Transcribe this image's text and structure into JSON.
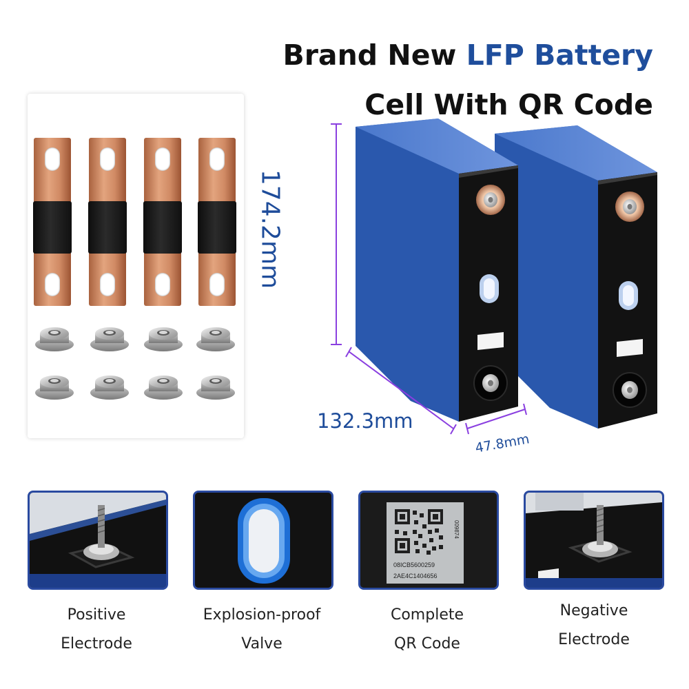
{
  "headline": {
    "line1_prefix": "Brand New ",
    "line1_accent": "LFP Battery",
    "line2": "Cell With QR Code"
  },
  "dimensions": {
    "height": "174.2mm",
    "width": "132.3mm",
    "depth": "47.8mm"
  },
  "features": [
    {
      "caption_line1": "Positive",
      "caption_line2": "Electrode",
      "icon": "positive-terminal-icon"
    },
    {
      "caption_line1": "Explosion-proof",
      "caption_line2": "Valve",
      "icon": "explosion-valve-icon"
    },
    {
      "caption_line1": "Complete",
      "caption_line2": "QR Code",
      "icon": "qr-code-icon"
    },
    {
      "caption_line1": "Negative",
      "caption_line2": "Electrode",
      "icon": "negative-terminal-icon"
    }
  ],
  "qr_label": {
    "code_line1": "08ICB5600259",
    "code_line2": "2AE4C1404656",
    "side_number": "009874"
  },
  "colors": {
    "accent_blue": "#1f4e9c",
    "dimension_line": "#8a3fe0",
    "card_border": "#2a4aa0",
    "cell_blue": "#2d5bb0",
    "copper": "#d08a64"
  }
}
